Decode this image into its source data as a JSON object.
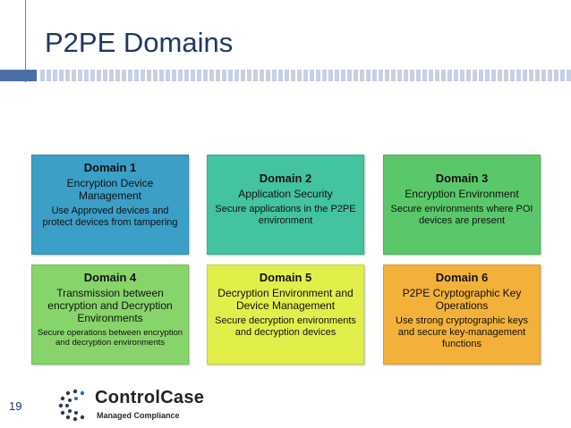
{
  "slide": {
    "title": "P2PE Domains",
    "page_number": "19"
  },
  "domains": [
    {
      "heading": "Domain 1",
      "subtitle": "Encryption Device Management",
      "description": "Use Approved devices and protect devices from tampering",
      "color": "#3b9fc8"
    },
    {
      "heading": "Domain 2",
      "subtitle": "Application Security",
      "description": "Secure applications in the P2PE environment",
      "color": "#43c3a0"
    },
    {
      "heading": "Domain 3",
      "subtitle": "Encryption Environment",
      "description": "Secure environments where POI devices are present",
      "color": "#5ac86a"
    },
    {
      "heading": "Domain 4",
      "subtitle": "Transmission between encryption and Decryption Environments",
      "description": "Secure operations between encryption and decryption environments",
      "color": "#87d56a"
    },
    {
      "heading": "Domain 5",
      "subtitle": "Decryption Environment and Device Management",
      "description": "Secure decryption environments and decryption devices",
      "color": "#e2ef4b"
    },
    {
      "heading": "Domain 6",
      "subtitle": "P2PE Cryptographic Key Operations",
      "description": "Use strong cryptographic keys and secure key-management functions",
      "color": "#f3b13a"
    }
  ],
  "logo": {
    "brand": "ControlCase",
    "tagline": "Managed Compliance",
    "icon": "controlcase-logo-icon"
  }
}
